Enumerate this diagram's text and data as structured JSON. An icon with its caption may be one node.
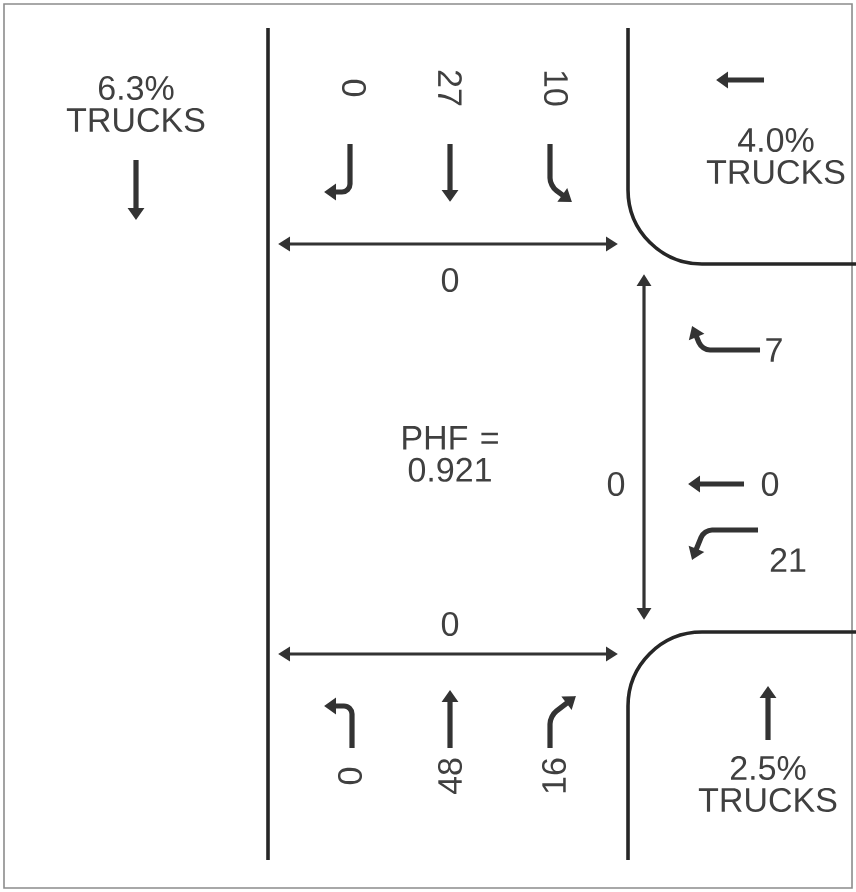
{
  "diagram": {
    "labels": [
      "6.3% TRUCKS",
      "0",
      "27",
      "10",
      "4.0% TRUCKS",
      "0",
      "7",
      "PHF = 0.921",
      "0",
      "0",
      "21",
      "0",
      "0",
      "48",
      "16",
      "2.5% TRUCKS"
    ]
  }
}
